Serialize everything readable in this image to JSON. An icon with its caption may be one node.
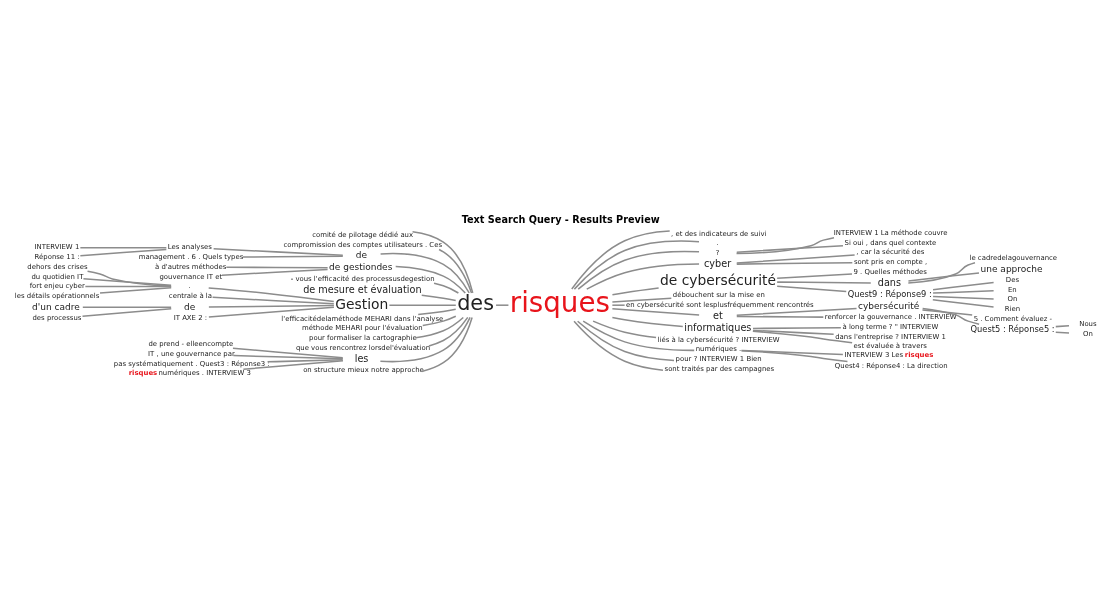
{
  "diagram": {
    "title": "Text Search Query - Results Preview",
    "nodes": [
      {
        "text": [
          "risques"
        ]
      },
      {
        "text": [
          "des"
        ]
      },
      {
        "text": [
          "comité de pilotage dédié aux"
        ]
      },
      {
        "text": [
          "compromission des comptes utilisateurs . Ces"
        ]
      },
      {
        "text": [
          "de"
        ]
      },
      {
        "text": [
          "Les analyses"
        ]
      },
      {
        "text": [
          "INTERVIEW 1"
        ]
      },
      {
        "text": [
          "Réponse 11 :"
        ]
      },
      {
        "text": [
          "management . 6 . Quels types"
        ]
      },
      {
        "text": [
          "de gestiondes"
        ]
      },
      {
        "text": [
          "à d'autres méthodes"
        ]
      },
      {
        "text": [
          "gouvernance IT et"
        ]
      },
      {
        "text": [
          "- vous l'efficacité des processusdegestion"
        ]
      },
      {
        "text": [
          "de mesure et évaluation"
        ]
      },
      {
        "text": [
          "Gestion"
        ]
      },
      {
        "text": [
          "."
        ]
      },
      {
        "text": [
          "dehors des crises"
        ]
      },
      {
        "text": [
          "du quotidien IT"
        ]
      },
      {
        "text": [
          "fort enjeu cyber"
        ]
      },
      {
        "text": [
          "les détails opérationnels"
        ]
      },
      {
        "text": [
          "centrale à la"
        ]
      },
      {
        "text": [
          "de"
        ]
      },
      {
        "text": [
          "d'un cadre"
        ]
      },
      {
        "text": [
          "des processus"
        ]
      },
      {
        "text": [
          "IT AXE 2 :"
        ]
      },
      {
        "text": [
          "l'efficacitédelaméthode MEHARI dans l'analyse"
        ]
      },
      {
        "text": [
          "méthode MEHARI pour l'évaluation"
        ]
      },
      {
        "text": [
          "pour formaliser la cartographie"
        ]
      },
      {
        "text": [
          "que vous rencontrez lorsdel'évaluation"
        ]
      },
      {
        "text": [
          "les"
        ]
      },
      {
        "text": [
          "de prend - elleencompte"
        ]
      },
      {
        "text": [
          "IT , une gouvernance par"
        ]
      },
      {
        "text": [
          "pas systématiquement . Quest3 : Réponse3 :"
        ]
      },
      {
        "text": [
          "**risques** numériques . INTERVIEW 3"
        ]
      },
      {
        "text": [
          "on structure mieux notre approche"
        ]
      },
      {
        "text": [
          ", et des indicateurs de suivi"
        ]
      },
      {
        "text": [
          "."
        ]
      },
      {
        "text": [
          "?"
        ]
      },
      {
        "text": [
          "INTERVIEW 1 La méthode couvre"
        ]
      },
      {
        "text": [
          "Si oui , dans quel contexte"
        ]
      },
      {
        "text": [
          "cyber"
        ]
      },
      {
        "text": [
          ", car la sécurité des"
        ]
      },
      {
        "text": [
          "sont pris en compte ,"
        ]
      },
      {
        "text": [
          "de cybersécurité"
        ]
      },
      {
        "text": [
          "9 . Quelles méthodes"
        ]
      },
      {
        "text": [
          "dans"
        ]
      },
      {
        "text": [
          "le cadredelagouvernance"
        ]
      },
      {
        "text": [
          "une approche"
        ]
      },
      {
        "text": [
          "Quest9 : Réponse9 :"
        ]
      },
      {
        "text": [
          "Des"
        ]
      },
      {
        "text": [
          "En"
        ]
      },
      {
        "text": [
          "On"
        ]
      },
      {
        "text": [
          "Rien"
        ]
      },
      {
        "text": [
          "débouchent sur la mise en"
        ]
      },
      {
        "text": [
          "en cybersécurité sont lesplusfréquemment rencontrés"
        ]
      },
      {
        "text": [
          "et"
        ]
      },
      {
        "text": [
          "cybersécurité"
        ]
      },
      {
        "text": [
          "5 . Comment évaluez -"
        ]
      },
      {
        "text": [
          "Quest5 : Réponse5 :"
        ]
      },
      {
        "text": [
          "Nous"
        ]
      },
      {
        "text": [
          "On"
        ]
      },
      {
        "text": [
          "renforcer la gouvernance . INTERVIEW"
        ]
      },
      {
        "text": [
          "informatiques"
        ]
      },
      {
        "text": [
          "à long terme ? \" INTERVIEW"
        ]
      },
      {
        "text": [
          "dans l'entreprise ? INTERVIEW 1"
        ]
      },
      {
        "text": [
          "est évaluée à travers"
        ]
      },
      {
        "text": [
          "liés à la cybersécurité ? INTERVIEW"
        ]
      },
      {
        "text": [
          "numériques ."
        ]
      },
      {
        "text": [
          "INTERVIEW 3 Les **risques**"
        ]
      },
      {
        "text": [
          "Quest4 : Réponse4 : La direction"
        ]
      },
      {
        "text": [
          "pour ? INTERVIEW 1 Bien"
        ]
      },
      {
        "text": [
          "sont traités par des campagnes"
        ]
      }
    ],
    "edges": [
      {
        "from": 1,
        "to": 0,
        "arrow": "none"
      },
      {
        "from": 2,
        "to": 1,
        "arrow": "none"
      },
      {
        "from": 3,
        "to": 1,
        "arrow": "none"
      },
      {
        "from": 4,
        "to": 1,
        "arrow": "none"
      },
      {
        "from": 5,
        "to": 4,
        "arrow": "none"
      },
      {
        "from": 6,
        "to": 5,
        "arrow": "none"
      },
      {
        "from": 7,
        "to": 5,
        "arrow": "none"
      },
      {
        "from": 8,
        "to": 4,
        "arrow": "none"
      },
      {
        "from": 9,
        "to": 1,
        "arrow": "none"
      },
      {
        "from": 10,
        "to": 9,
        "arrow": "none"
      },
      {
        "from": 11,
        "to": 9,
        "arrow": "none"
      },
      {
        "from": 12,
        "to": 1,
        "arrow": "none"
      },
      {
        "from": 13,
        "to": 1,
        "arrow": "none"
      },
      {
        "from": 14,
        "to": 1,
        "arrow": "none"
      },
      {
        "from": 15,
        "to": 14,
        "arrow": "none"
      },
      {
        "from": 16,
        "to": 15,
        "arrow": "none"
      },
      {
        "from": 17,
        "to": 15,
        "arrow": "none"
      },
      {
        "from": 18,
        "to": 15,
        "arrow": "none"
      },
      {
        "from": 19,
        "to": 15,
        "arrow": "none"
      },
      {
        "from": 20,
        "to": 14,
        "arrow": "none"
      },
      {
        "from": 21,
        "to": 14,
        "arrow": "none"
      },
      {
        "from": 22,
        "to": 21,
        "arrow": "none"
      },
      {
        "from": 23,
        "to": 21,
        "arrow": "none"
      },
      {
        "from": 24,
        "to": 14,
        "arrow": "none"
      },
      {
        "from": 25,
        "to": 1,
        "arrow": "none"
      },
      {
        "from": 26,
        "to": 1,
        "arrow": "none"
      },
      {
        "from": 27,
        "to": 1,
        "arrow": "none"
      },
      {
        "from": 28,
        "to": 1,
        "arrow": "none"
      },
      {
        "from": 29,
        "to": 1,
        "arrow": "none"
      },
      {
        "from": 30,
        "to": 29,
        "arrow": "none"
      },
      {
        "from": 31,
        "to": 29,
        "arrow": "none"
      },
      {
        "from": 32,
        "to": 29,
        "arrow": "none"
      },
      {
        "from": 33,
        "to": 29,
        "arrow": "none"
      },
      {
        "from": 34,
        "to": 1,
        "arrow": "none"
      },
      {
        "from": 0,
        "to": 35,
        "arrow": "none"
      },
      {
        "from": 0,
        "to": 36,
        "arrow": "none"
      },
      {
        "from": 0,
        "to": 37,
        "arrow": "none"
      },
      {
        "from": 37,
        "to": 38,
        "arrow": "none"
      },
      {
        "from": 37,
        "to": 39,
        "arrow": "none"
      },
      {
        "from": 0,
        "to": 40,
        "arrow": "none"
      },
      {
        "from": 40,
        "to": 41,
        "arrow": "none"
      },
      {
        "from": 40,
        "to": 42,
        "arrow": "none"
      },
      {
        "from": 0,
        "to": 43,
        "arrow": "none"
      },
      {
        "from": 43,
        "to": 44,
        "arrow": "none"
      },
      {
        "from": 43,
        "to": 45,
        "arrow": "none"
      },
      {
        "from": 45,
        "to": 46,
        "arrow": "none"
      },
      {
        "from": 45,
        "to": 47,
        "arrow": "none"
      },
      {
        "from": 43,
        "to": 48,
        "arrow": "none"
      },
      {
        "from": 48,
        "to": 49,
        "arrow": "none"
      },
      {
        "from": 48,
        "to": 50,
        "arrow": "none"
      },
      {
        "from": 48,
        "to": 51,
        "arrow": "none"
      },
      {
        "from": 48,
        "to": 52,
        "arrow": "none"
      },
      {
        "from": 0,
        "to": 53,
        "arrow": "none"
      },
      {
        "from": 0,
        "to": 54,
        "arrow": "none"
      },
      {
        "from": 0,
        "to": 55,
        "arrow": "none"
      },
      {
        "from": 55,
        "to": 56,
        "arrow": "none"
      },
      {
        "from": 56,
        "to": 57,
        "arrow": "none"
      },
      {
        "from": 56,
        "to": 58,
        "arrow": "none"
      },
      {
        "from": 58,
        "to": 59,
        "arrow": "none"
      },
      {
        "from": 58,
        "to": 60,
        "arrow": "none"
      },
      {
        "from": 55,
        "to": 61,
        "arrow": "none"
      },
      {
        "from": 0,
        "to": 62,
        "arrow": "none"
      },
      {
        "from": 62,
        "to": 63,
        "arrow": "none"
      },
      {
        "from": 62,
        "to": 64,
        "arrow": "none"
      },
      {
        "from": 62,
        "to": 65,
        "arrow": "none"
      },
      {
        "from": 0,
        "to": 66,
        "arrow": "none"
      },
      {
        "from": 0,
        "to": 67,
        "arrow": "none"
      },
      {
        "from": 67,
        "to": 68,
        "arrow": "none"
      },
      {
        "from": 67,
        "to": 69,
        "arrow": "none"
      },
      {
        "from": 0,
        "to": 70,
        "arrow": "none"
      },
      {
        "from": 0,
        "to": 71,
        "arrow": "none"
      }
    ]
  }
}
